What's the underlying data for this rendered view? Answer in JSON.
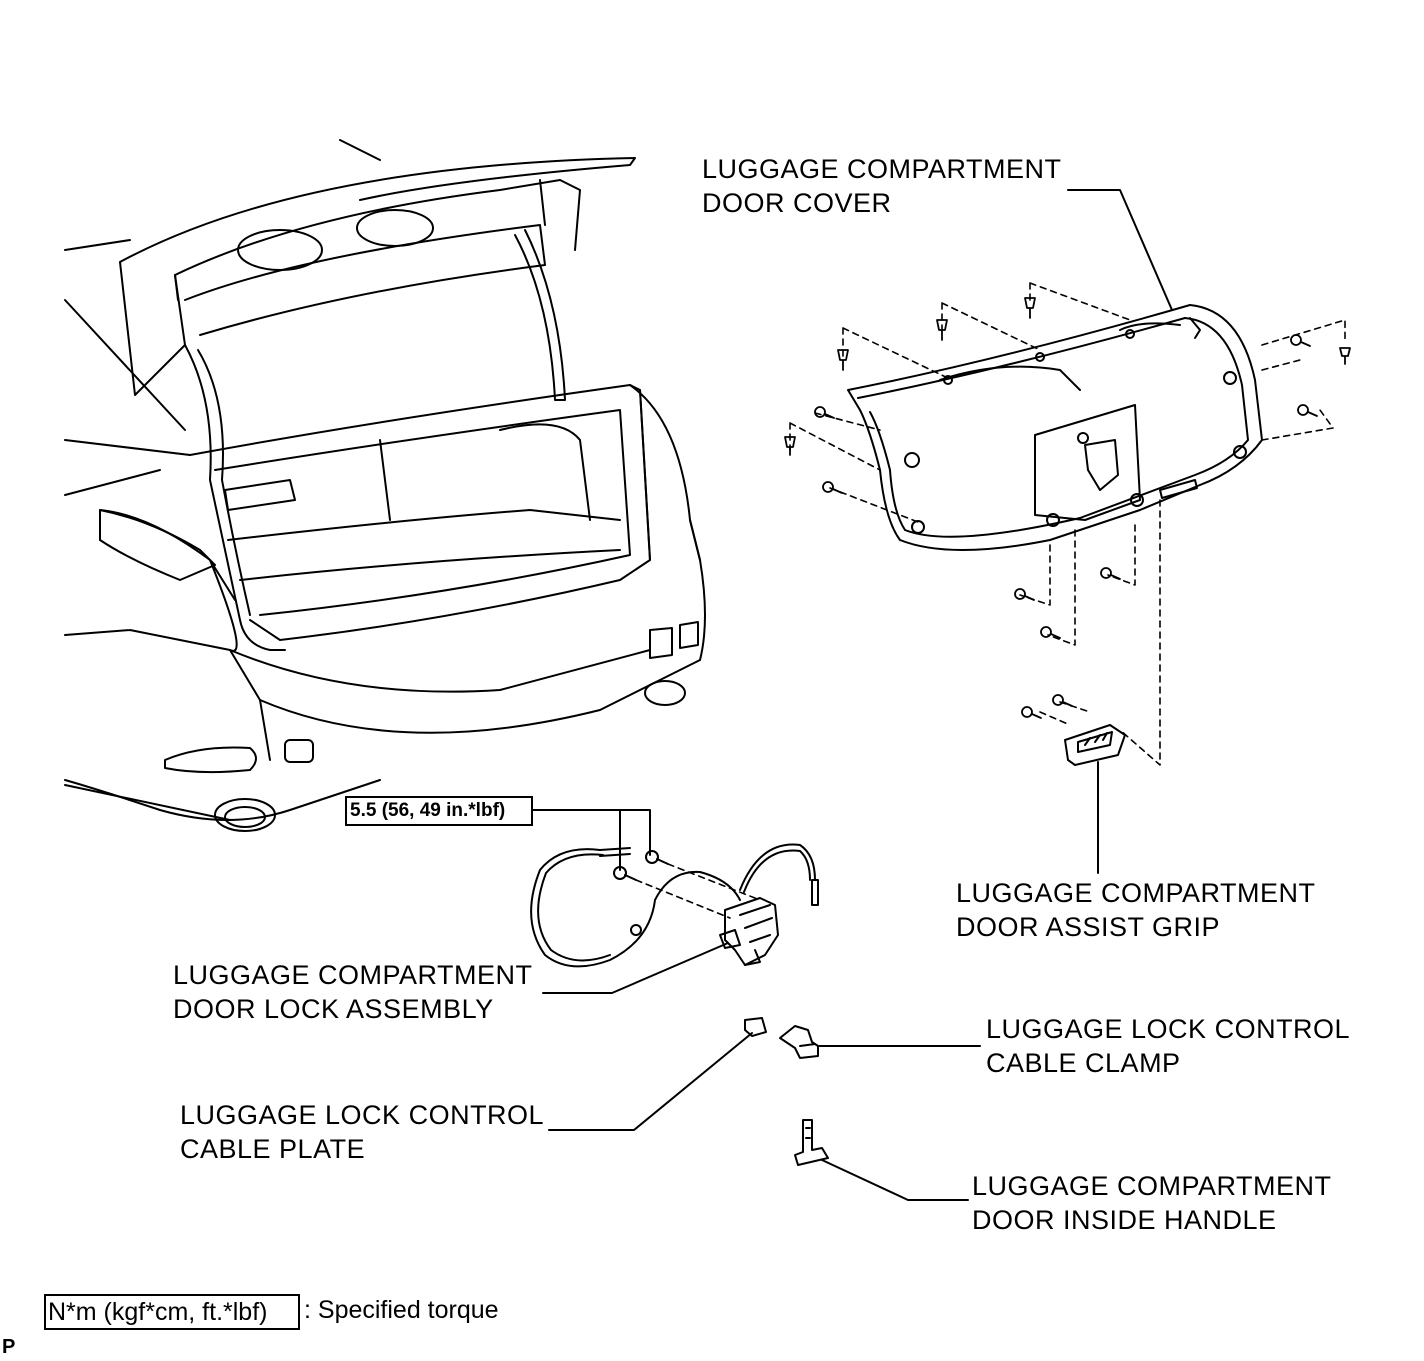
{
  "labels": {
    "door_cover": [
      "LUGGAGE COMPARTMENT",
      "DOOR COVER"
    ],
    "assist_grip": [
      "LUGGAGE COMPARTMENT",
      "DOOR ASSIST GRIP"
    ],
    "lock_assembly": [
      "LUGGAGE COMPARTMENT",
      "DOOR LOCK ASSEMBLY"
    ],
    "cable_clamp": [
      "LUGGAGE LOCK CONTROL",
      "CABLE CLAMP"
    ],
    "cable_plate": [
      "LUGGAGE LOCK CONTROL",
      "CABLE PLATE"
    ],
    "inside_handle": [
      "LUGGAGE COMPARTMENT",
      "DOOR INSIDE HANDLE"
    ]
  },
  "torque_spec": "5.5 (56, 49 in.*lbf)",
  "legend": {
    "units": "N*m (kgf*cm, ft.*lbf)",
    "description": ": Specified torque"
  },
  "figure_code": "P"
}
